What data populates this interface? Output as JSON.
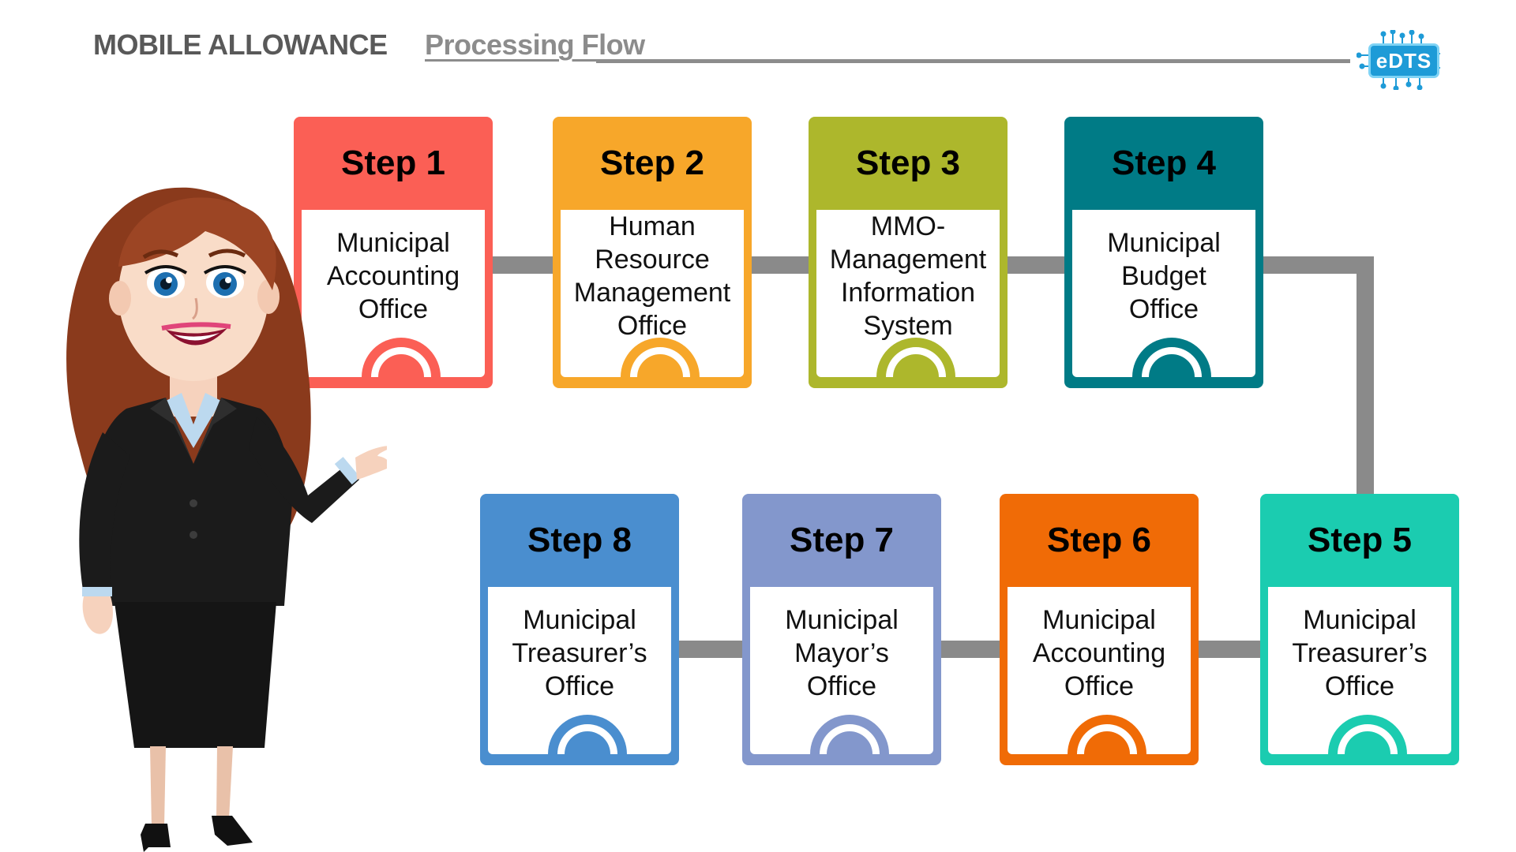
{
  "header": {
    "title_main": "MOBILE ALLOWANCE",
    "title_sub": "Processing Flow"
  },
  "logo": {
    "text": "eDTS"
  },
  "steps": [
    {
      "label": "Step 1",
      "text": "Municipal\nAccounting\nOffice",
      "color": "#fb5f55"
    },
    {
      "label": "Step 2",
      "text": "Human\nResource\nManagement\nOffice",
      "color": "#f7a72a"
    },
    {
      "label": "Step 3",
      "text": "MMO-\nManagement\nInformation\nSystem",
      "color": "#adb72c"
    },
    {
      "label": "Step 4",
      "text": "Municipal\nBudget\nOffice",
      "color": "#007b86"
    },
    {
      "label": "Step 5",
      "text": "Municipal\nTreasurer’s\nOffice",
      "color": "#1bccb0"
    },
    {
      "label": "Step 6",
      "text": "Municipal\nAccounting\nOffice",
      "color": "#f06b06"
    },
    {
      "label": "Step 7",
      "text": "Municipal\nMayor’s\nOffice",
      "color": "#8397cc"
    },
    {
      "label": "Step 8",
      "text": "Municipal\nTreasurer’s\nOffice",
      "color": "#4a8ecf"
    }
  ],
  "colors": {
    "connector": "#8a8a8a",
    "title": "#595959",
    "subtitle": "#8c8c8c",
    "logo": "#1e9bd7"
  }
}
